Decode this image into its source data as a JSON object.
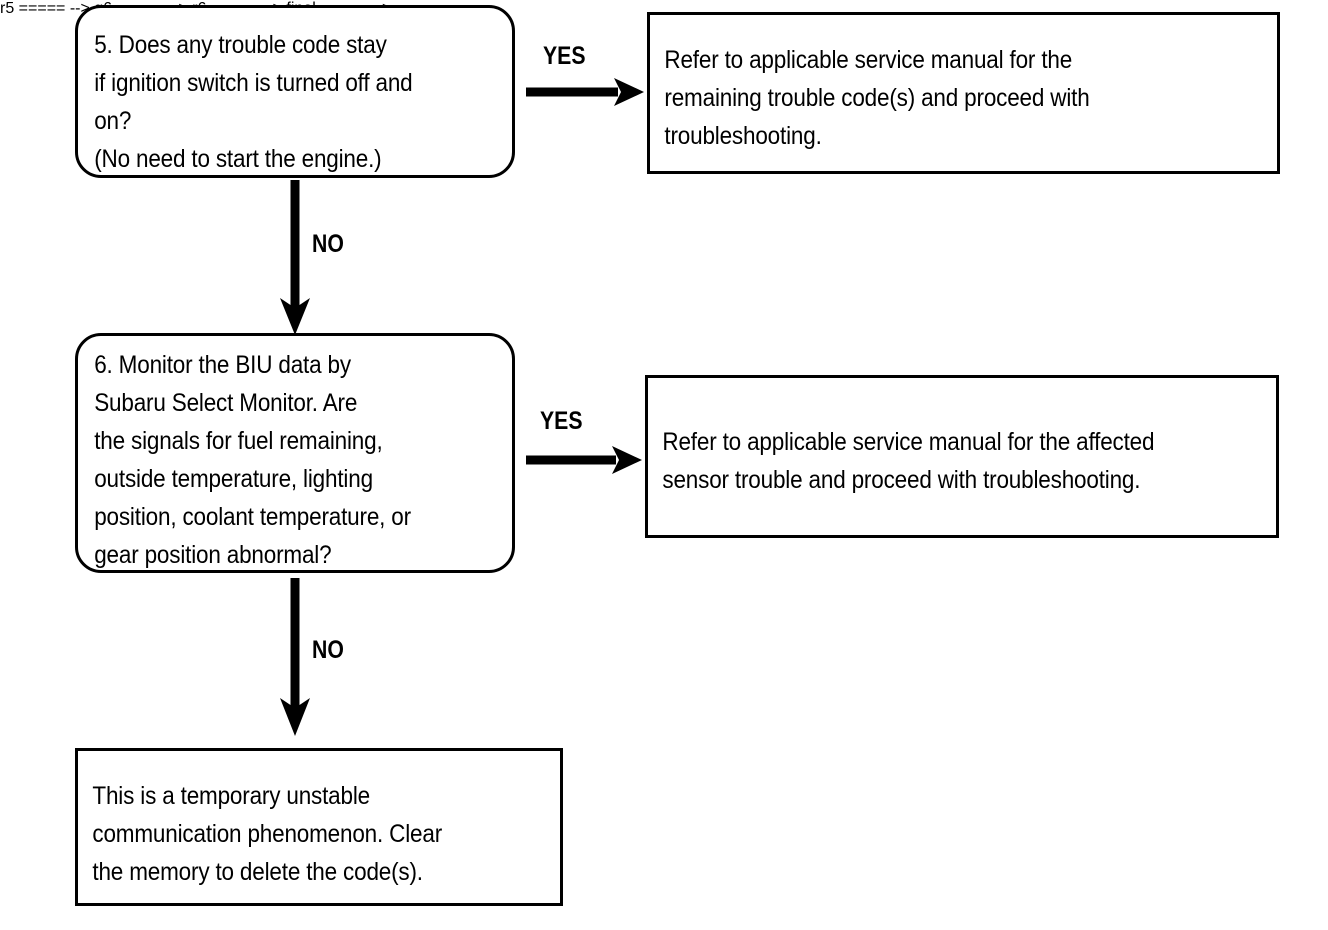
{
  "diagram": {
    "type": "flowchart",
    "title": "Trouble code diagnosis flowchart (steps 5-6)",
    "nodes": [
      {
        "id": "q5",
        "shape": "rounded-rectangle",
        "role": "decision",
        "text": "   5. Does any trouble code stay\nif ignition switch is turned off and\non?\n   (No need to start the engine.)"
      },
      {
        "id": "r5",
        "shape": "rectangle",
        "role": "result",
        "text": "Refer to applicable service manual for the\nremaining trouble code(s) and proceed with\ntroubleshooting."
      },
      {
        "id": "q6",
        "shape": "rounded-rectangle",
        "role": "decision",
        "text": "   6. Monitor the BIU data by\nSubaru Select Monitor. Are\nthe signals for fuel remaining,\noutside temperature, lighting\nposition, coolant temperature, or\ngear position abnormal?"
      },
      {
        "id": "r6",
        "shape": "rectangle",
        "role": "result",
        "text": "Refer to applicable service manual for the affected\nsensor trouble and proceed with troubleshooting."
      },
      {
        "id": "final",
        "shape": "rectangle",
        "role": "result",
        "text": "This is a temporary unstable\ncommunication phenomenon. Clear\nthe memory to delete the code(s)."
      }
    ],
    "edges": [
      {
        "id": "e1",
        "from": "q5",
        "to": "r5",
        "label": "YES",
        "direction": "right"
      },
      {
        "id": "e2",
        "from": "q5",
        "to": "q6",
        "label": "NO",
        "direction": "down"
      },
      {
        "id": "e3",
        "from": "q6",
        "to": "r6",
        "label": "YES",
        "direction": "right"
      },
      {
        "id": "e4",
        "from": "q6",
        "to": "final",
        "label": "NO",
        "direction": "down"
      }
    ],
    "colors": {
      "stroke": "#000000",
      "fill": "#ffffff",
      "text": "#000000"
    }
  }
}
